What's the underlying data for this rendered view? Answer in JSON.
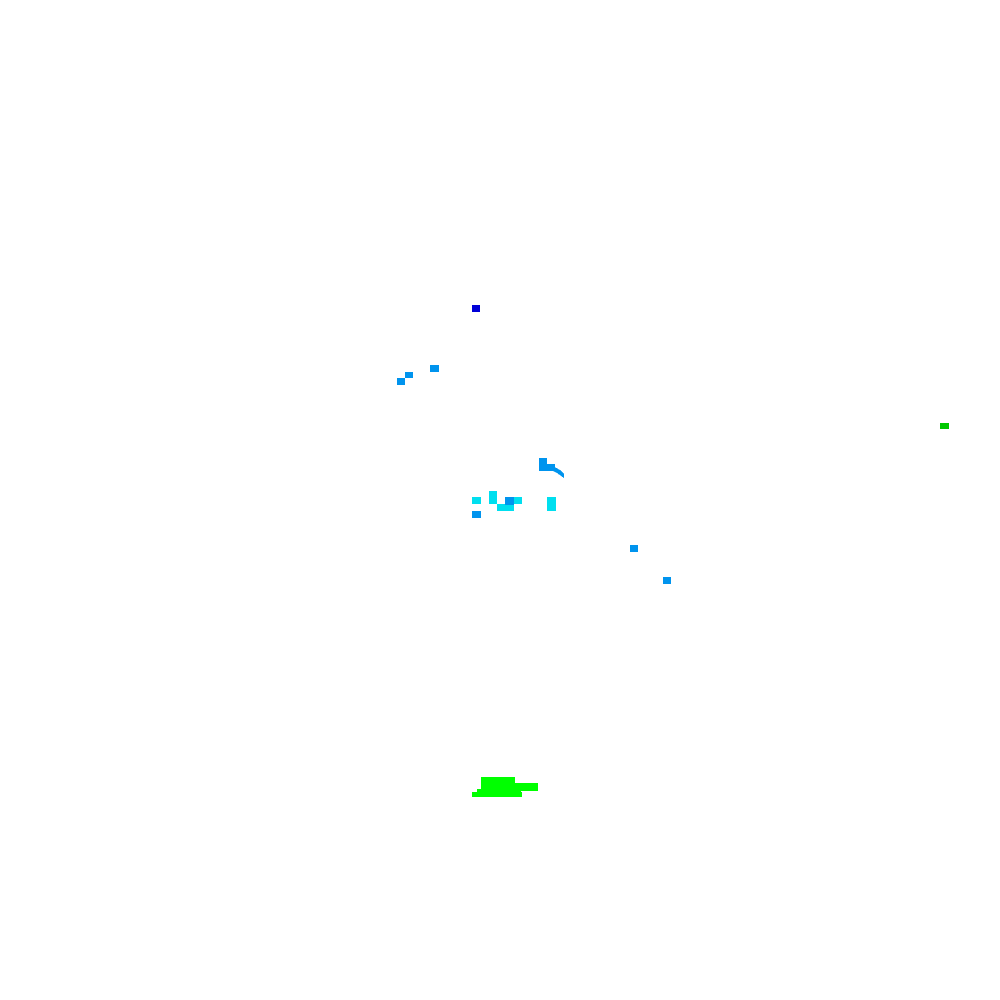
{
  "map": {
    "background": "#ffffff",
    "legend": {
      "dark_blue": "#0000d8",
      "sky_blue": "#0094ee",
      "cyan": "#00dfef",
      "green": "#00c800",
      "lime": "#00ff00"
    },
    "features": [
      {
        "name": "dark-blue-cell-north",
        "kind": "cell",
        "color": "dark_blue"
      },
      {
        "name": "sky-blue-cell-west-a",
        "kind": "cell",
        "color": "sky_blue"
      },
      {
        "name": "sky-blue-cell-west-b",
        "kind": "cell",
        "color": "sky_blue"
      },
      {
        "name": "sky-blue-cell-west-c",
        "kind": "cell",
        "color": "sky_blue"
      },
      {
        "name": "green-cell-east",
        "kind": "cell",
        "color": "green"
      },
      {
        "name": "sky-blue-hook-center",
        "kind": "cluster",
        "color": "sky_blue"
      },
      {
        "name": "cyan-cluster-center",
        "kind": "cluster",
        "color": "cyan"
      },
      {
        "name": "sky-blue-cell-center-a",
        "kind": "cell",
        "color": "sky_blue"
      },
      {
        "name": "sky-blue-cell-center-b",
        "kind": "cell",
        "color": "sky_blue"
      },
      {
        "name": "sky-blue-cell-southeast-a",
        "kind": "cell",
        "color": "sky_blue"
      },
      {
        "name": "sky-blue-cell-southeast-b",
        "kind": "cell",
        "color": "sky_blue"
      },
      {
        "name": "lime-patch-south",
        "kind": "patch",
        "color": "lime"
      }
    ]
  }
}
